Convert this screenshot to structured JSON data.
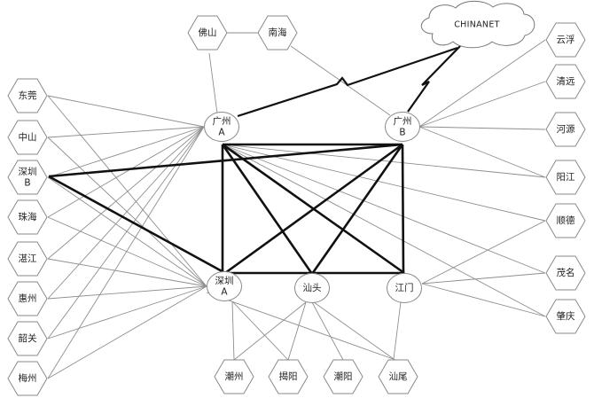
{
  "cloud": {
    "label": "CHINANET"
  },
  "hubs": {
    "gz_a": [
      "广州",
      "A"
    ],
    "gz_b": [
      "广州",
      "B"
    ],
    "sz_a": [
      "深圳",
      "A"
    ],
    "shantou": [
      "汕头"
    ],
    "jiangmen": [
      "江门"
    ]
  },
  "left_nodes": {
    "dongguan": [
      "东莞"
    ],
    "zhongshan": [
      "中山"
    ],
    "sz_b": [
      "深圳",
      "B"
    ],
    "zhuhai": [
      "珠海"
    ],
    "zhanjiang": [
      "湛江"
    ],
    "huizhou": [
      "惠州"
    ],
    "shaoguan": [
      "韶关"
    ],
    "meizhou": [
      "梅州"
    ]
  },
  "right_nodes": {
    "yunfu": [
      "云浮"
    ],
    "qingyuan": [
      "清远"
    ],
    "heyuan": [
      "河源"
    ],
    "yangjiang": [
      "阳江"
    ],
    "shunde": [
      "顺德"
    ],
    "maoming": [
      "茂名"
    ],
    "zhaoqing": [
      "肇庆"
    ]
  },
  "top_nodes": {
    "foshan": [
      "佛山"
    ],
    "nanhai": [
      "南海"
    ]
  },
  "bottom_nodes": {
    "chaozhou": [
      "潮州"
    ],
    "jieyang": [
      "揭阳"
    ],
    "chaoyang": [
      "潮阳"
    ],
    "shanwei": [
      "汕尾"
    ]
  }
}
